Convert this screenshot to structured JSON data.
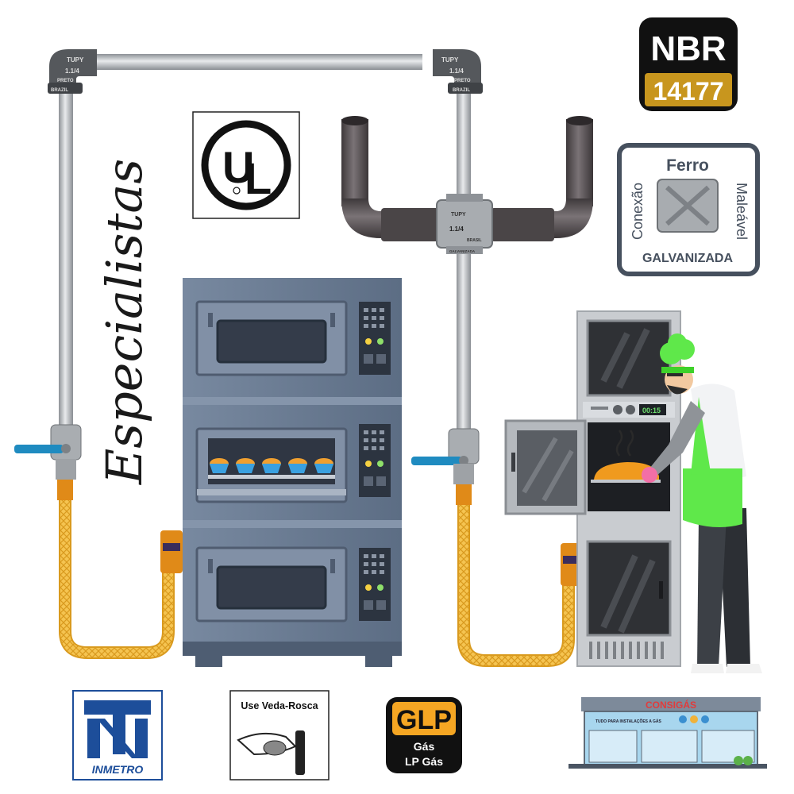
{
  "badges": {
    "nbr_top": "NBR",
    "nbr_bottom": "14177",
    "ferro_title": "Ferro",
    "ferro_left": "Conexão",
    "ferro_right": "Maleável",
    "ferro_bottom": "GALVANIZADA",
    "inmetro": "INMETRO",
    "veda_title": "Use Veda-Rosca",
    "glp_title": "GLP",
    "glp_line1": "Gás",
    "glp_line2": "LP Gás",
    "store_name": "CONSIGÁS",
    "store_banner": "TUDO PARA INSTALAÇÕES A GÁS"
  },
  "fittings": {
    "brand": "TUPY",
    "size": "1.1/4",
    "origin": "BRAZIL",
    "origin_alt": "BRASIL",
    "finish": "PRETO",
    "finish_alt": "GALVANIZADA"
  },
  "script_text": "Especialistas",
  "oven_timer": "00:15",
  "colors": {
    "pipe": "#b8bcc0",
    "black_pipe": "#5b5558",
    "hose": "#f2c14e",
    "oven_body": "#6d7e94",
    "valve_handle": "#1f8bc0",
    "nbr_gold": "#c8961e",
    "glp_orange": "#f5a623",
    "inmetro_blue": "#1d4e9a",
    "apron_green": "#5fe84a"
  }
}
